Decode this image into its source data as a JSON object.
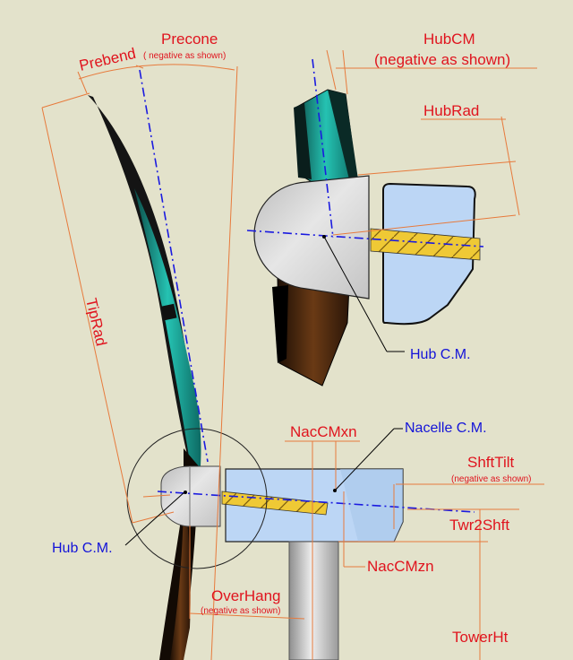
{
  "labels": {
    "prebend": "Prebend",
    "precone": "Precone",
    "precone_note": "( negative as shown)",
    "hubcm": "HubCM",
    "hubcm_note": "(negative as shown)",
    "hubrad": "HubRad",
    "tiprad": "TipRad",
    "hub_cm_upper": "Hub C.M.",
    "hub_cm_lower": "Hub C.M.",
    "nacelle_cm": "Nacelle C.M.",
    "nacCMxn": "NacCMxn",
    "shfttilt": "ShftTilt",
    "shfttilt_note": "(negative as shown)",
    "twr2shft": "Twr2Shft",
    "nacCMzn": "NacCMzn",
    "overhang": "OverHang",
    "overhang_note": "(negative as shown)",
    "towerht": "TowerHt"
  },
  "colors": {
    "background": "#e3e2cb",
    "dimension": "#e77a3c",
    "label_red": "#e0141e",
    "label_blue": "#1414d8",
    "blade_teal": "#1fb3a6",
    "blade_dark": "#1e1208",
    "blade_brown": "#4a2a12",
    "hub_gray": "#d4d4d4",
    "nacelle_blue": "#bcd6f5",
    "shaft_gold": "#ecc531",
    "tower_gray": "#c9c9c9"
  }
}
